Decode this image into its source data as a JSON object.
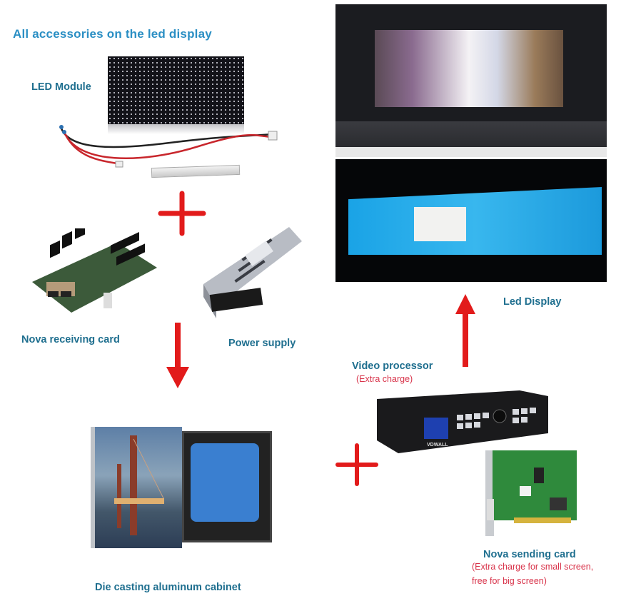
{
  "title": "All accessories on the led display",
  "components": {
    "led_module": {
      "label": "LED Module"
    },
    "receiving_card": {
      "label": "Nova receiving card"
    },
    "power_supply": {
      "label": "Power supply"
    },
    "cabinet": {
      "label": "Die casting aluminum cabinet"
    },
    "led_display": {
      "label": "Led Display"
    },
    "video_processor": {
      "label": "Video processor",
      "note": "(Extra charge)",
      "brand": "VDWALL"
    },
    "sending_card": {
      "label": "Nova sending card",
      "note_line1": "(Extra charge for small screen,",
      "note_line2": "free for big screen)"
    }
  },
  "connectors": {
    "plus_symbol": "+",
    "arrow_color": "#e21b1b",
    "label_color": "#1f6f8f",
    "note_color": "#d8334a",
    "title_color": "#2b8fc4"
  }
}
